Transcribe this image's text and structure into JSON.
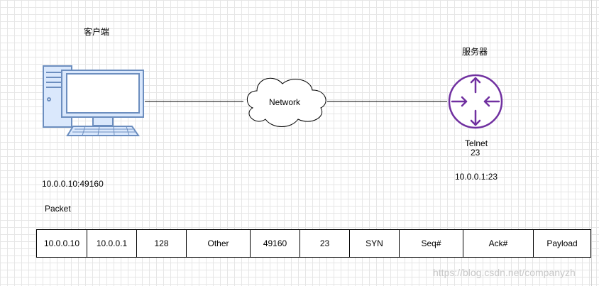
{
  "client": {
    "title": "客户端",
    "address": "10.0.0.10:49160",
    "icon": "desktop-computer-icon",
    "color": "#6c8ebf"
  },
  "network": {
    "label": "Network",
    "icon": "cloud-icon"
  },
  "server": {
    "title": "服务器",
    "service": "Telnet",
    "port": "23",
    "address": "10.0.0.1:23",
    "icon": "router-icon",
    "color": "#7030a0"
  },
  "packet": {
    "label": "Packet",
    "fields": [
      "10.0.0.10",
      "10.0.0.1",
      "128",
      "Other",
      "49160",
      "23",
      "SYN",
      "Seq#",
      "Ack#",
      "Payload"
    ]
  },
  "watermark": "https://blog.csdn.net/companyzh"
}
